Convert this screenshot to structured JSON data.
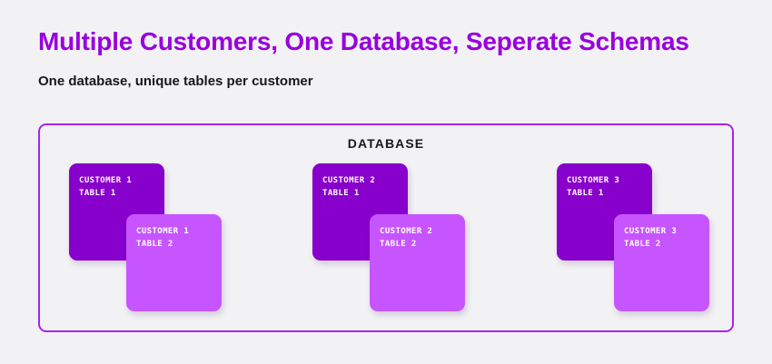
{
  "page": {
    "title": "Multiple Customers, One Database, Seperate Schemas",
    "subtitle": "One database, unique tables per customer",
    "title_color": "#9900dd",
    "subtitle_color": "#18181b",
    "background_color": "#f2f2f5"
  },
  "database": {
    "label": "DATABASE",
    "border_color": "#aa22ee",
    "groups": [
      {
        "customer": "CUSTOMER 1",
        "back_card": {
          "line1": "CUSTOMER 1",
          "line2": "TABLE 1",
          "color": "#8800cc"
        },
        "front_card": {
          "line1": "CUSTOMER 1",
          "line2": "TABLE 2",
          "color": "#c755ff"
        }
      },
      {
        "customer": "CUSTOMER 2",
        "back_card": {
          "line1": "CUSTOMER 2",
          "line2": "TABLE 1",
          "color": "#8800cc"
        },
        "front_card": {
          "line1": "CUSTOMER 2",
          "line2": "TABLE 2",
          "color": "#c755ff"
        }
      },
      {
        "customer": "CUSTOMER 3",
        "back_card": {
          "line1": "CUSTOMER 3",
          "line2": "TABLE 1",
          "color": "#8800cc"
        },
        "front_card": {
          "line1": "CUSTOMER 3",
          "line2": "TABLE 2",
          "color": "#c755ff"
        }
      }
    ]
  }
}
